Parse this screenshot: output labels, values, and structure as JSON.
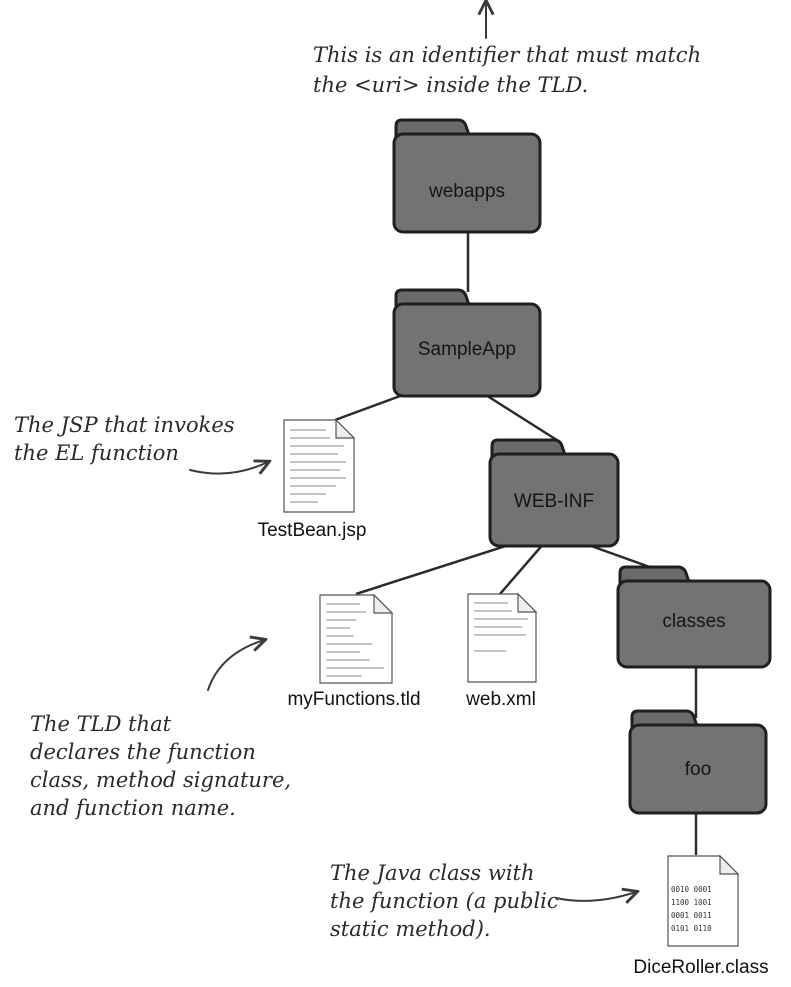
{
  "annotations": {
    "uri_note": [
      "This is an identifier that must match",
      "the <uri> inside the TLD."
    ],
    "jsp_note": [
      "The JSP that invokes",
      "the EL function"
    ],
    "tld_note": [
      "The TLD that",
      "declares the function",
      "class, method signature,",
      "and function name."
    ],
    "class_note": [
      "The Java class with",
      "the function (a public",
      "static method)."
    ]
  },
  "folders": {
    "webapps": "webapps",
    "sampleapp": "SampleApp",
    "webinf": "WEB-INF",
    "classes": "classes",
    "foo": "foo"
  },
  "files": {
    "testbean": "TestBean.jsp",
    "tld": "myFunctions.tld",
    "webxml": "web.xml",
    "diceroller": "DiceRoller.class"
  },
  "binary_contents": [
    "0010 0001",
    "1100 1001",
    "0001 0011",
    "0101 0110"
  ]
}
